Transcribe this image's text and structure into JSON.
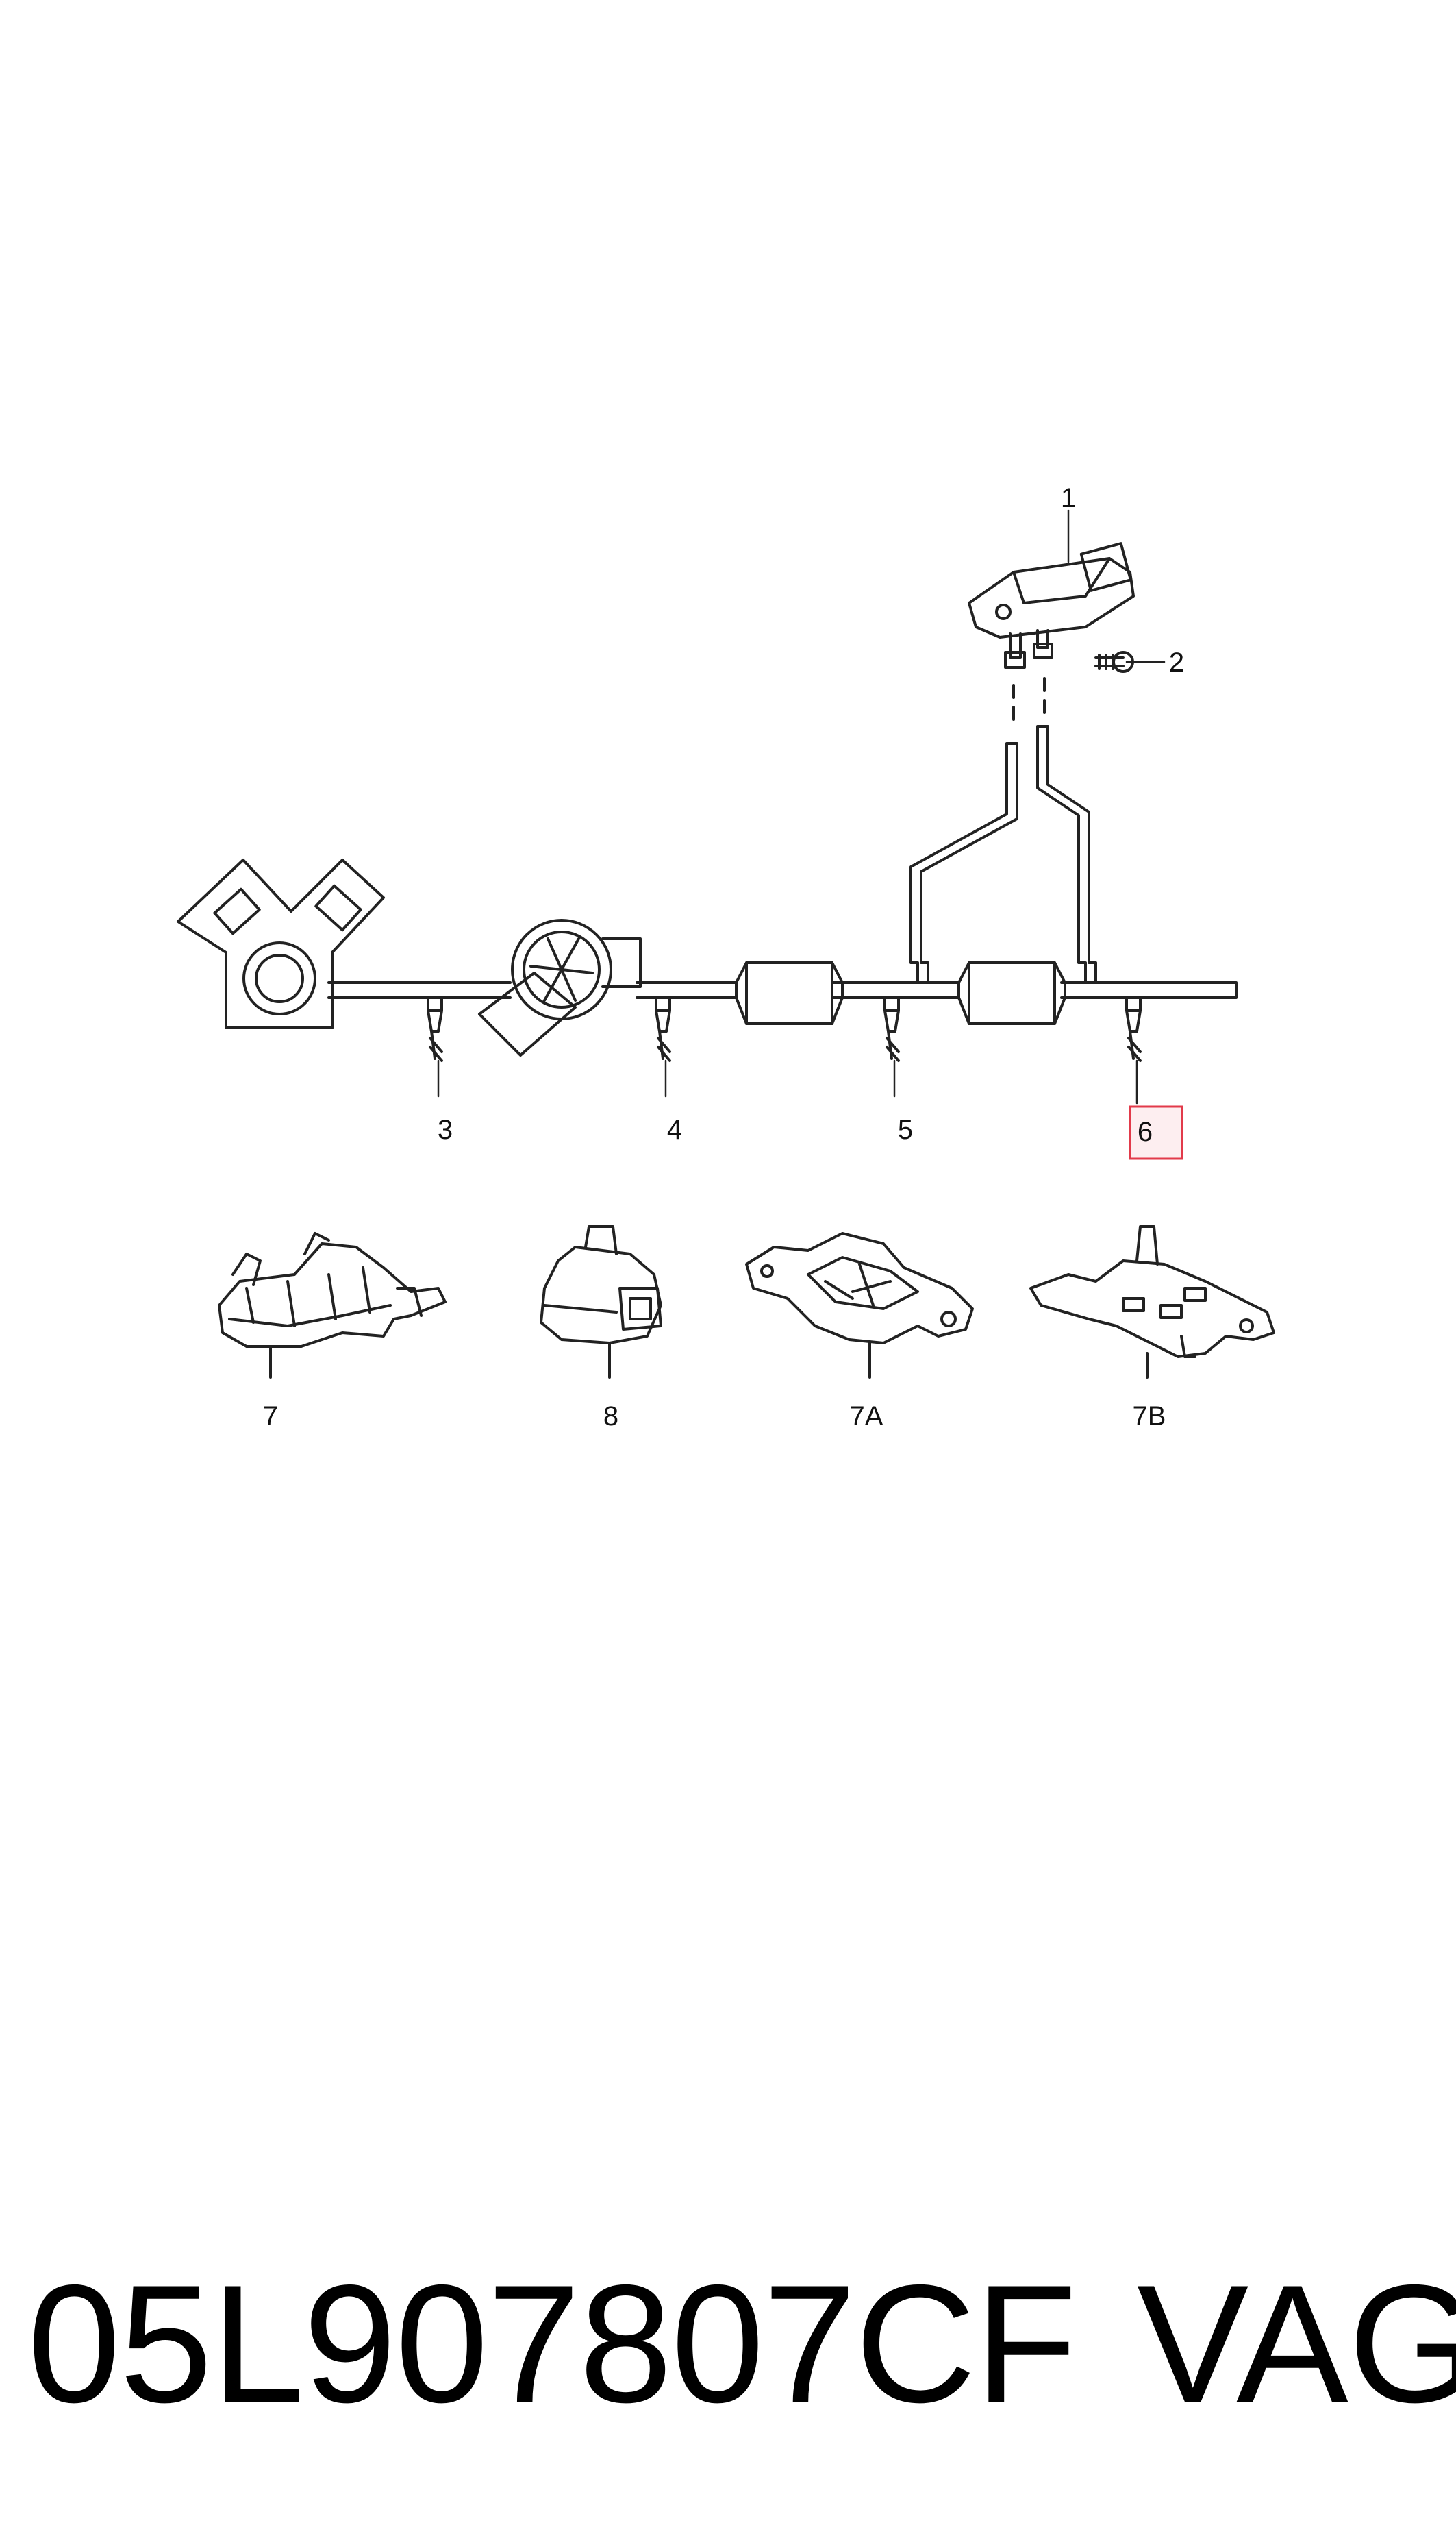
{
  "callouts": {
    "c1": "1",
    "c2": "2",
    "c3": "3",
    "c4": "4",
    "c5": "5",
    "c6": "6",
    "c7": "7",
    "c8": "8",
    "c7a": "7A",
    "c7b": "7B"
  },
  "highlight": {
    "label": "6",
    "color": "#e23a4a"
  },
  "footer": {
    "part_number": "05L907807CF",
    "brand": "VAG"
  }
}
